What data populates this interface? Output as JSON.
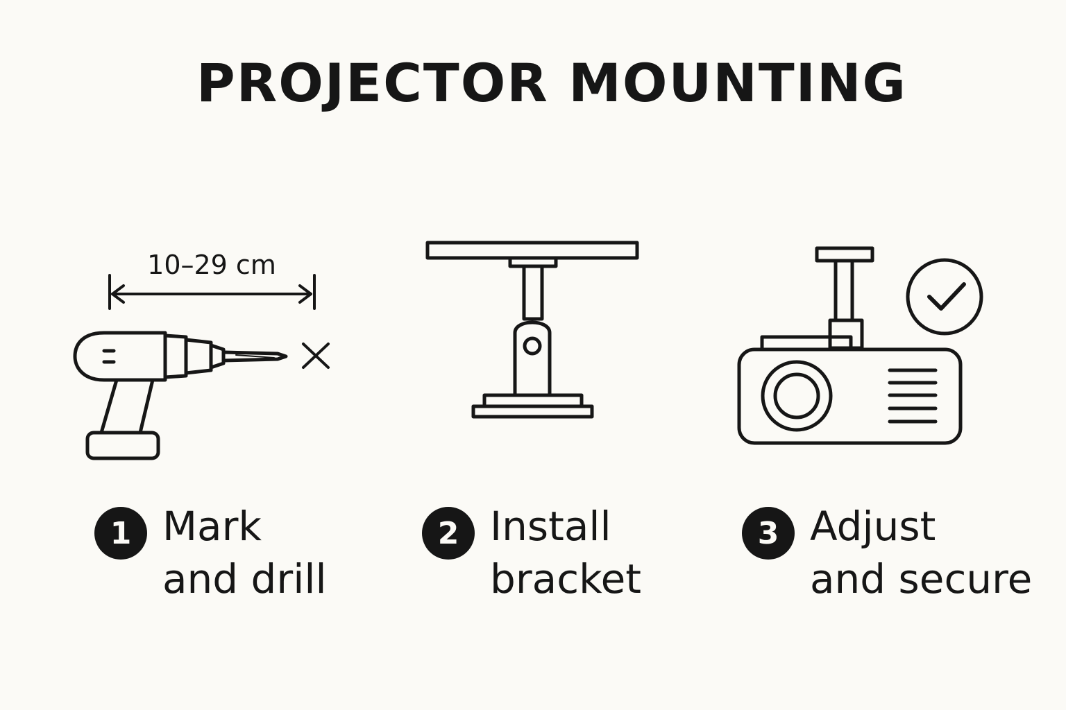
{
  "title": "PROJECTOR MOUNTING",
  "step1": {
    "number": "1",
    "line1": "Mark",
    "line2": "and drill",
    "dimension_label": "10–29 cm"
  },
  "step2": {
    "number": "2",
    "line1": "Install",
    "line2": "bracket"
  },
  "step3": {
    "number": "3",
    "line1": "Adjust",
    "line2": "and secure"
  },
  "icons": [
    "drill-icon",
    "drill-mark-x-icon",
    "ceiling-bracket-icon",
    "projector-icon",
    "checkmark-circle-icon"
  ],
  "colors": {
    "background": "#fbfaf6",
    "ink": "#161616"
  }
}
